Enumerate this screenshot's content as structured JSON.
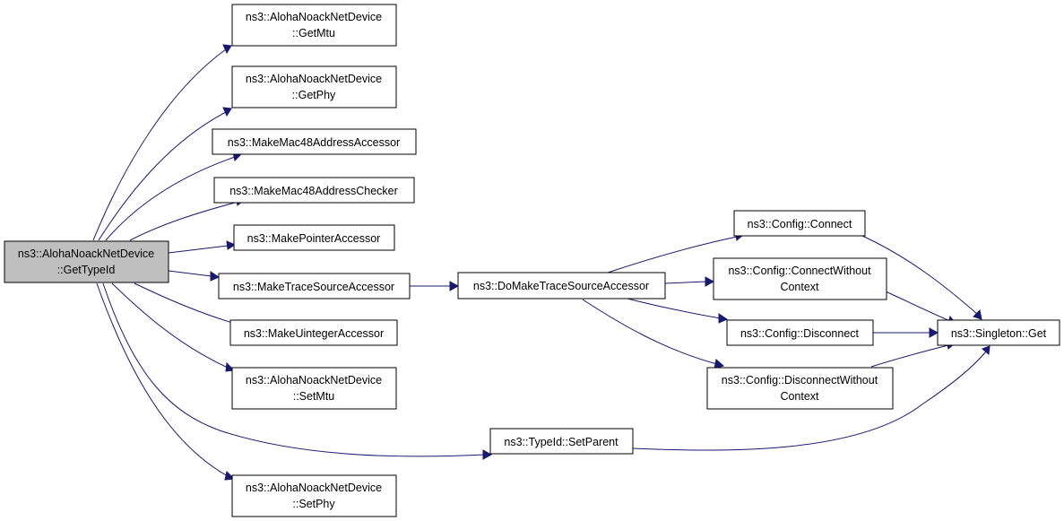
{
  "diagram": {
    "colors": {
      "edge": "#191970",
      "node_fill": "#ffffff",
      "root_fill": "#bfbfbf",
      "border": "#000000"
    },
    "nodes": {
      "root": [
        "ns3::AlohaNoackNetDevice",
        "::GetTypeId"
      ],
      "getmtu": [
        "ns3::AlohaNoackNetDevice",
        "::GetMtu"
      ],
      "getphy": [
        "ns3::AlohaNoackNetDevice",
        "::GetPhy"
      ],
      "mac48acc": [
        "ns3::MakeMac48AddressAccessor"
      ],
      "mac48chk": [
        "ns3::MakeMac48AddressChecker"
      ],
      "ptracc": [
        "ns3::MakePointerAccessor"
      ],
      "tracesrc": [
        "ns3::MakeTraceSourceAccessor"
      ],
      "uintacc": [
        "ns3::MakeUintegerAccessor"
      ],
      "setmtu": [
        "ns3::AlohaNoackNetDevice",
        "::SetMtu"
      ],
      "setphy": [
        "ns3::AlohaNoackNetDevice",
        "::SetPhy"
      ],
      "domake": [
        "ns3::DoMakeTraceSourceAccessor"
      ],
      "connect": [
        "ns3::Config::Connect"
      ],
      "connectwc": [
        "ns3::Config::ConnectWithout",
        "Context"
      ],
      "disconnect": [
        "ns3::Config::Disconnect"
      ],
      "disconnectwc": [
        "ns3::Config::DisconnectWithout",
        "Context"
      ],
      "setparent": [
        "ns3::TypeId::SetParent"
      ],
      "singleton": [
        "ns3::Singleton::Get"
      ]
    }
  }
}
